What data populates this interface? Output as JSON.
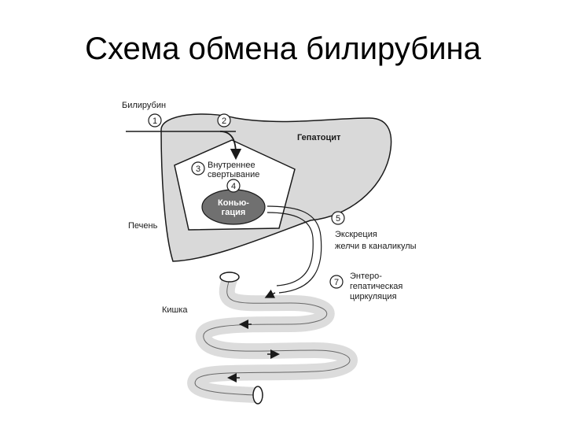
{
  "slide": {
    "title": "Схема обмена билирубина"
  },
  "diagram": {
    "labels": {
      "bilirubin": "Билирубин",
      "hepatocyte": "Гепатоцит",
      "liver": "Печень",
      "intestine": "Кишка"
    },
    "steps": [
      {
        "number": "1",
        "lines": []
      },
      {
        "number": "2",
        "lines": []
      },
      {
        "number": "3",
        "lines": [
          "Внутреннее",
          "свертывание"
        ]
      },
      {
        "number": "4",
        "lines": [
          "Конью-",
          "гация"
        ]
      },
      {
        "number": "5",
        "lines": [
          "Экскреция",
          "желчи в каналикулы"
        ]
      },
      {
        "number": "7",
        "lines": [
          "Энтеро-",
          "гепатическая",
          "циркуляция"
        ]
      }
    ]
  },
  "colors": {
    "liver_fill": "#d9d9d9",
    "cell_fill": "#ffffff",
    "nucleus_fill": "#707070",
    "intestine_fill": "#dcdcdc",
    "stroke": "#1a1a1a"
  }
}
